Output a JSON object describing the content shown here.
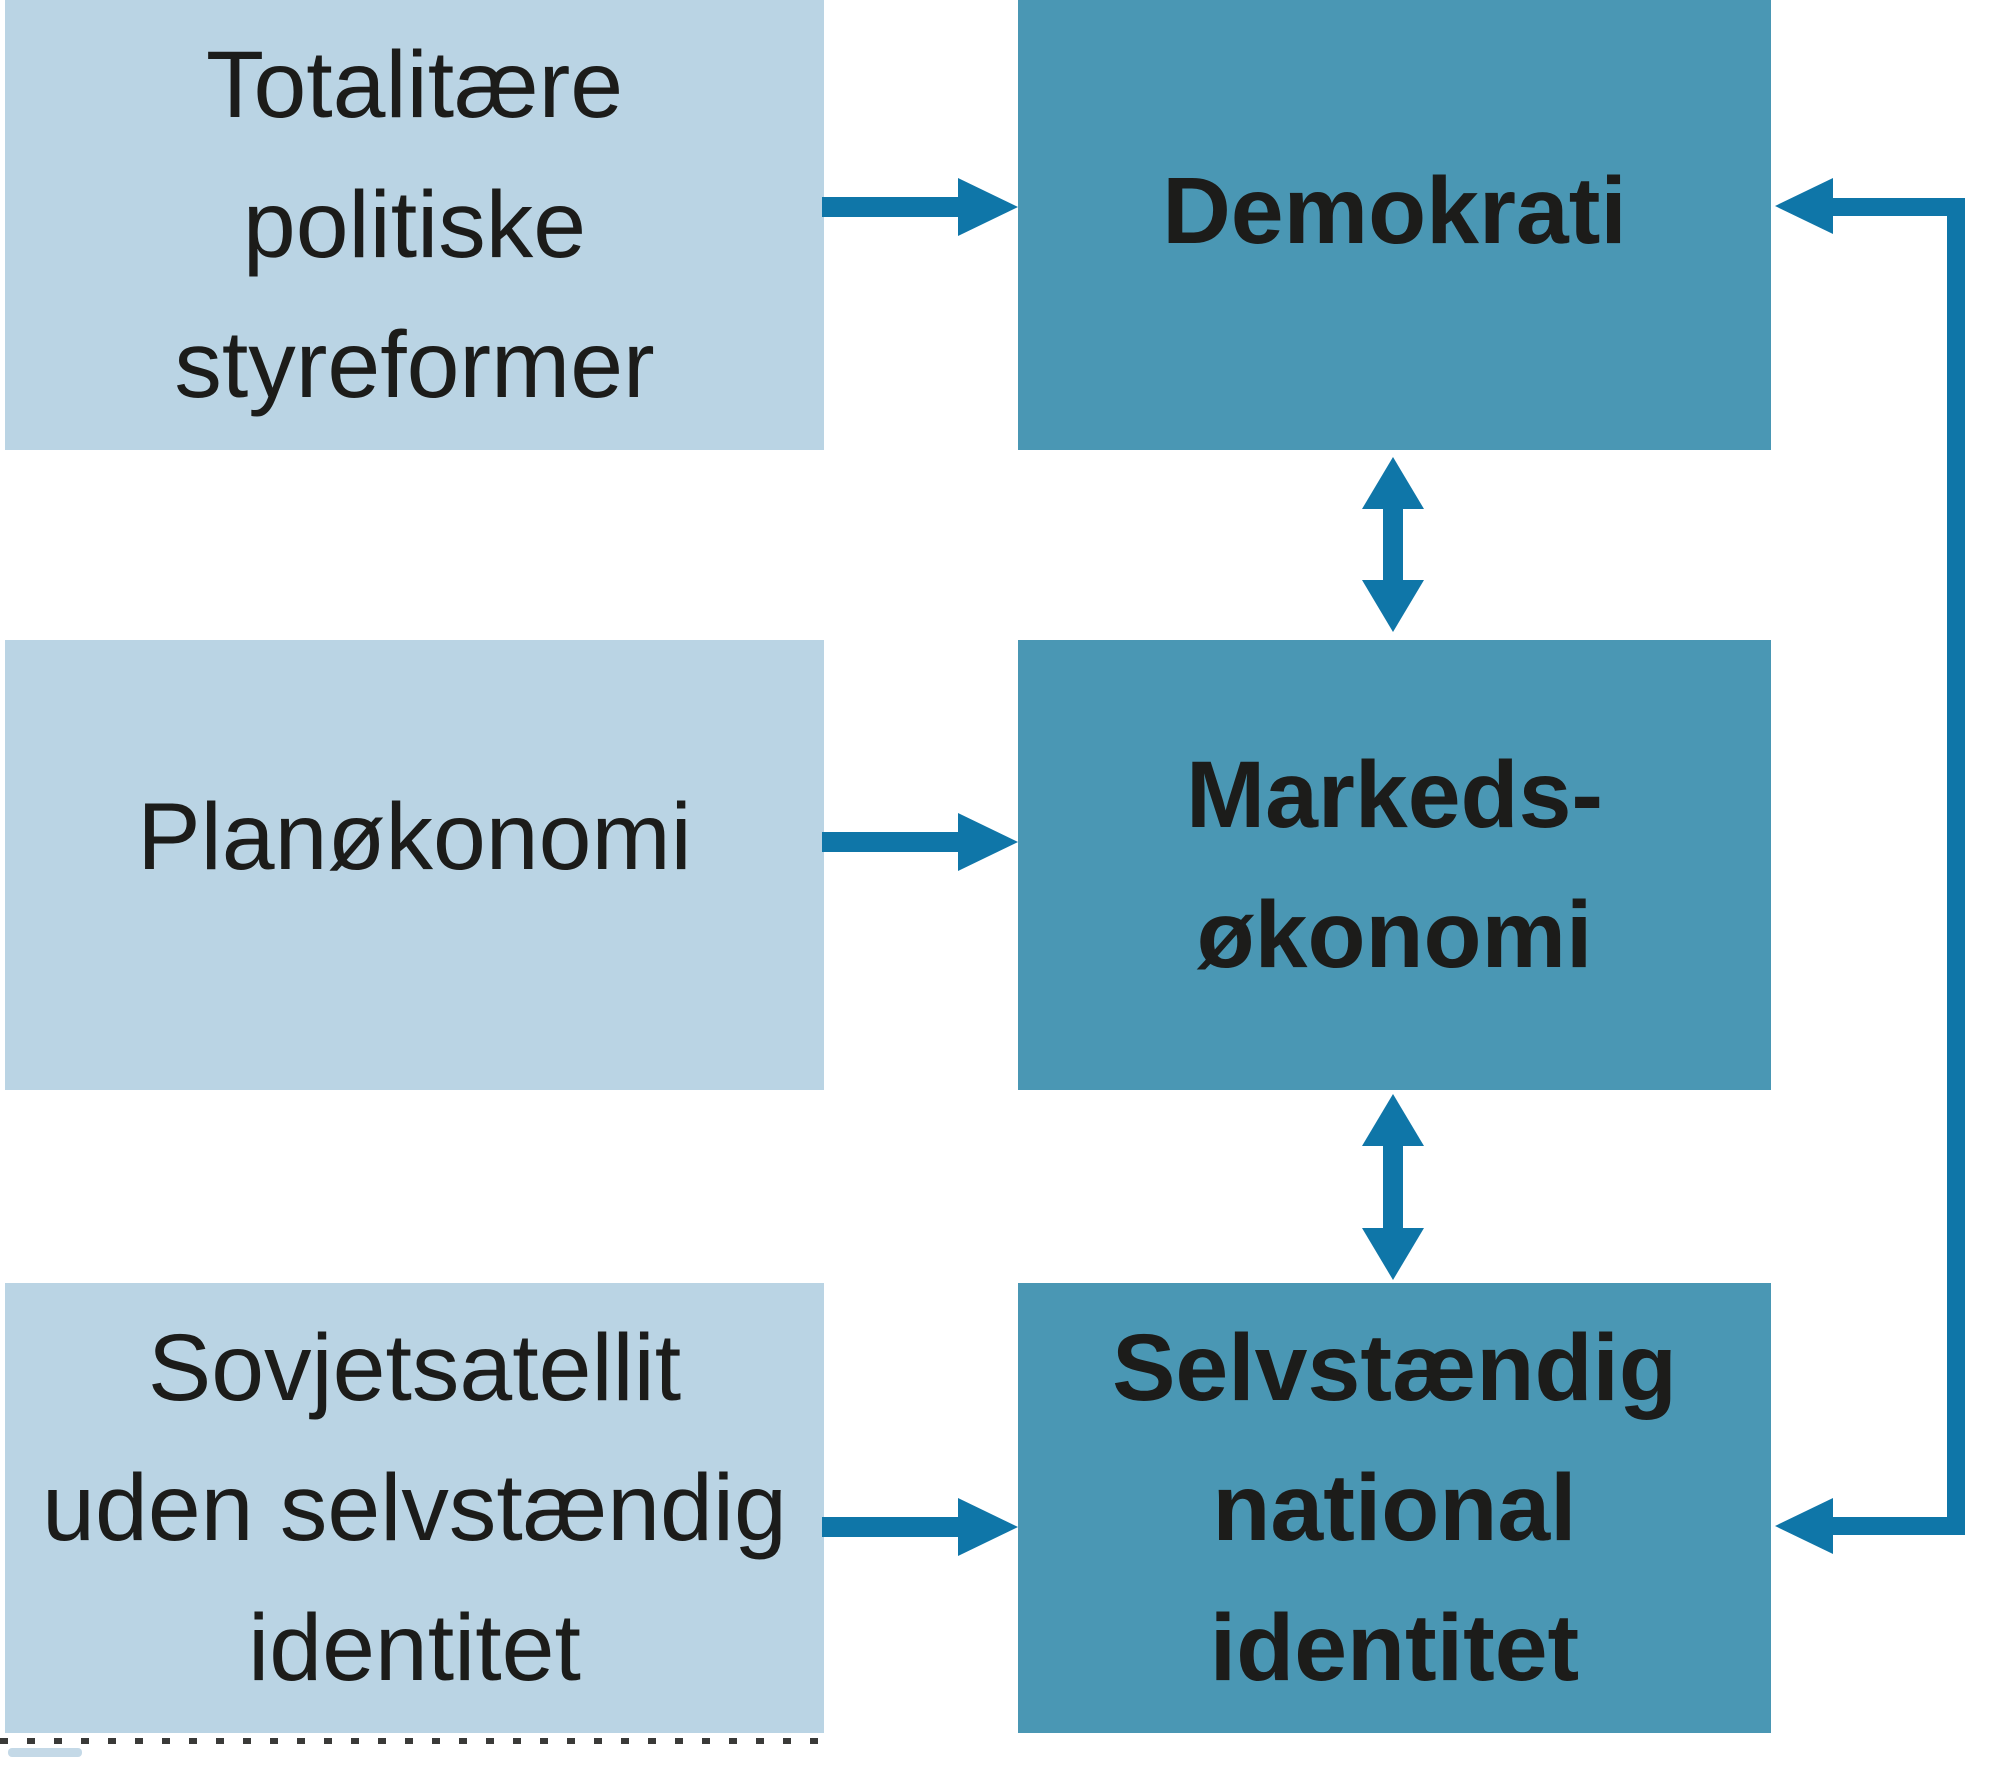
{
  "diagram": {
    "left_column": [
      {
        "label": "Totalitære\npolitiske\nstyreformer"
      },
      {
        "label": "Planøkonomi"
      },
      {
        "label": "Sovjetsatellit\nuden selvstændig\nidentitet"
      }
    ],
    "right_column": [
      {
        "label": "Demokrati"
      },
      {
        "label": "Markeds-\nøkonomi"
      },
      {
        "label": "Selvstændig\nnational\nidentitet"
      }
    ],
    "arrow_glyphs": {
      "left_to_right": "right-arrow",
      "vertical_links": "double-headed-arrow",
      "feedback_loop": "bracket-arrow"
    }
  },
  "colors": {
    "light-box": "#bad4e4",
    "dark-box": "#4a97b4",
    "arrow": "#0f76a8",
    "text": "#1c1c1a",
    "background": "#ffffff"
  }
}
